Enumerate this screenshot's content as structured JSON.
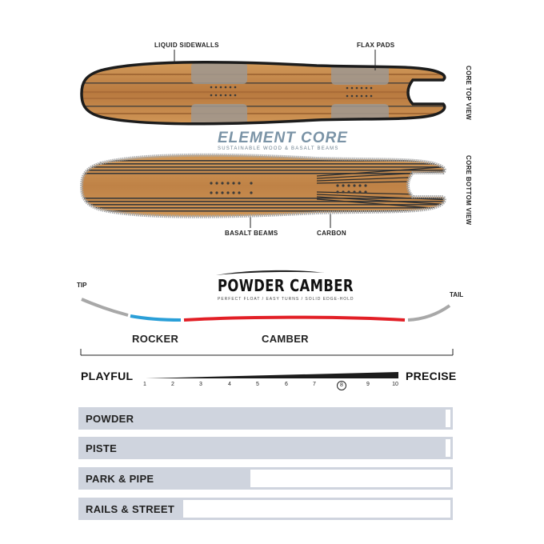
{
  "core": {
    "callouts": {
      "liquid_sidewalls": "LIQUID SIDEWALLS",
      "flax_pads": "FLAX PADS",
      "basalt_beams": "BASALT BEAMS",
      "carbon": "CARBON"
    },
    "top_view_label": "CORE TOP VIEW",
    "bottom_view_label": "CORE BOTTOM VIEW",
    "title": "ELEMENT CORE",
    "subtitle": "SUSTAINABLE WOOD & BASALT BEAMS"
  },
  "profile": {
    "title": "POWDER CAMBER",
    "subtitle": "PERFECT FLOAT / EASY TURNS / SOLID EDGE-HOLD",
    "tip_label": "TIP",
    "tail_label": "TAIL",
    "rocker_label": "ROCKER",
    "camber_label": "CAMBER",
    "colors": {
      "rocker": "#2a9fd8",
      "camber": "#e21f26",
      "ends": "#a8a8a8"
    }
  },
  "flex": {
    "left_label": "PLAYFUL",
    "right_label": "PRECISE",
    "ticks": [
      "1",
      "2",
      "3",
      "4",
      "5",
      "6",
      "7",
      "8",
      "9",
      "10"
    ],
    "selected": "8"
  },
  "terrain": [
    {
      "label": "POWDER",
      "rating": 0.98
    },
    {
      "label": "PISTE",
      "rating": 0.98
    },
    {
      "label": "PARK & PIPE",
      "rating": 0.46
    },
    {
      "label": "RAILS & STREET",
      "rating": 0.28
    }
  ]
}
